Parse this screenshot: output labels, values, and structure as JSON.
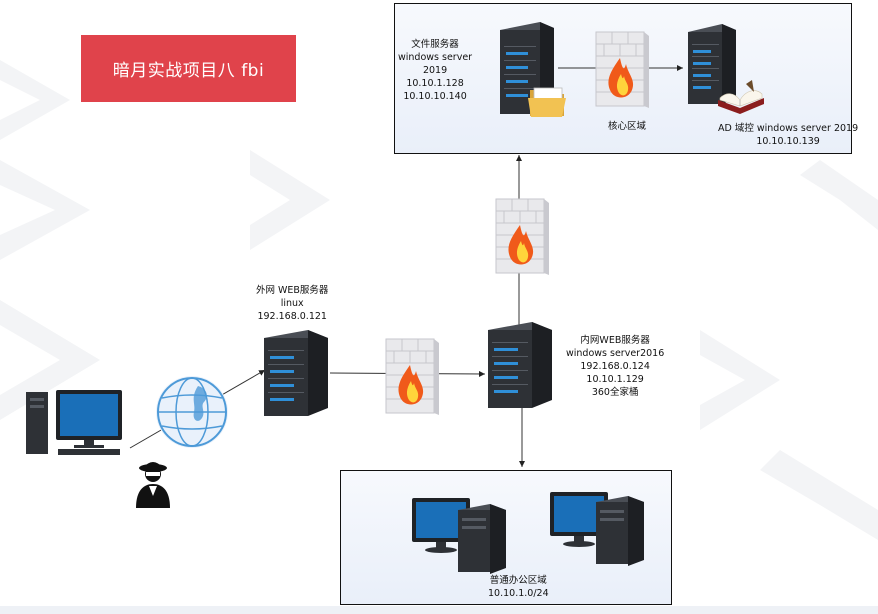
{
  "title": "暗月实战项目八 fbi",
  "file_server": {
    "lines": [
      "文件服务器",
      "windows server",
      "2019",
      "10.10.1.128",
      "10.10.10.140"
    ]
  },
  "core_zone": {
    "label": "核心区域"
  },
  "ad_server": {
    "lines": [
      "AD 域控 windows server 2019",
      "10.10.10.139"
    ]
  },
  "outer_web": {
    "lines": [
      "外网 WEB服务器",
      "linux",
      "192.168.0.121"
    ]
  },
  "inner_web": {
    "lines": [
      "内网WEB服务器",
      "windows server2016",
      "192.168.0.124",
      "10.10.1.129",
      "360全家桶"
    ]
  },
  "office_zone": {
    "lines": [
      "普通办公区域",
      "10.10.1.0/24"
    ]
  },
  "colors": {
    "title_bg": "#e0434b",
    "server_body": "#2e3136",
    "server_led": "#2f8fd8",
    "monitor_screen": "#1a6fb8",
    "firewall_brick": "#e9e9ec",
    "flame_outer": "#f05a1a",
    "flame_inner": "#ffd43b",
    "globe_blue": "#4d9ad8"
  },
  "icons": [
    "server-icon",
    "firewall-icon",
    "folder-icon",
    "book-icon",
    "globe-icon",
    "desktop-pc-icon",
    "hacker-icon"
  ]
}
